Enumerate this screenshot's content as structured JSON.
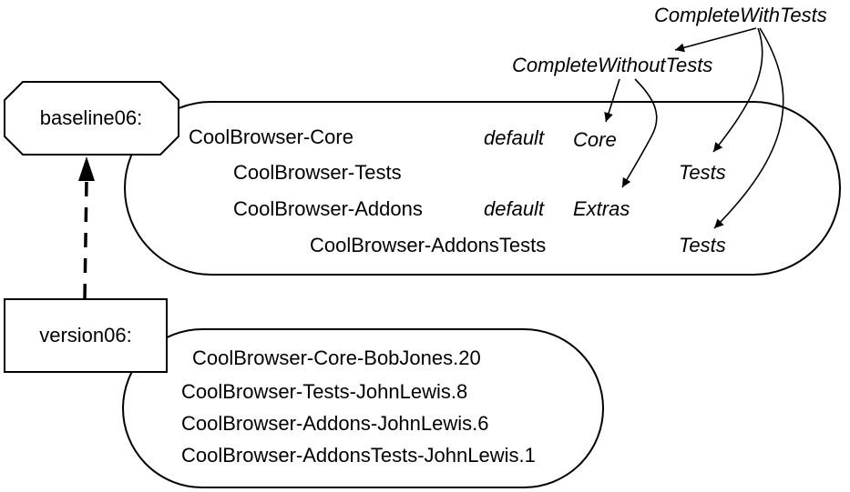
{
  "baseline": {
    "name": "baseline06:",
    "rows": [
      {
        "package": "CoolBrowser-Core",
        "default": "default",
        "group": "Core"
      },
      {
        "package": "CoolBrowser-Tests",
        "default": "",
        "group": "Tests"
      },
      {
        "package": "CoolBrowser-Addons",
        "default": "default",
        "group": "Extras"
      },
      {
        "package": "CoolBrowser-AddonsTests",
        "default": "",
        "group": "Tests"
      }
    ]
  },
  "version": {
    "name": "version06:",
    "rows": [
      "CoolBrowser-Core-BobJones.20",
      "CoolBrowser-Tests-JohnLewis.8",
      "CoolBrowser-Addons-JohnLewis.6",
      "CoolBrowser-AddonsTests-JohnLewis.1"
    ]
  },
  "groups": {
    "complete_with_tests": "CompleteWithTests",
    "complete_without_tests": "CompleteWithoutTests"
  }
}
